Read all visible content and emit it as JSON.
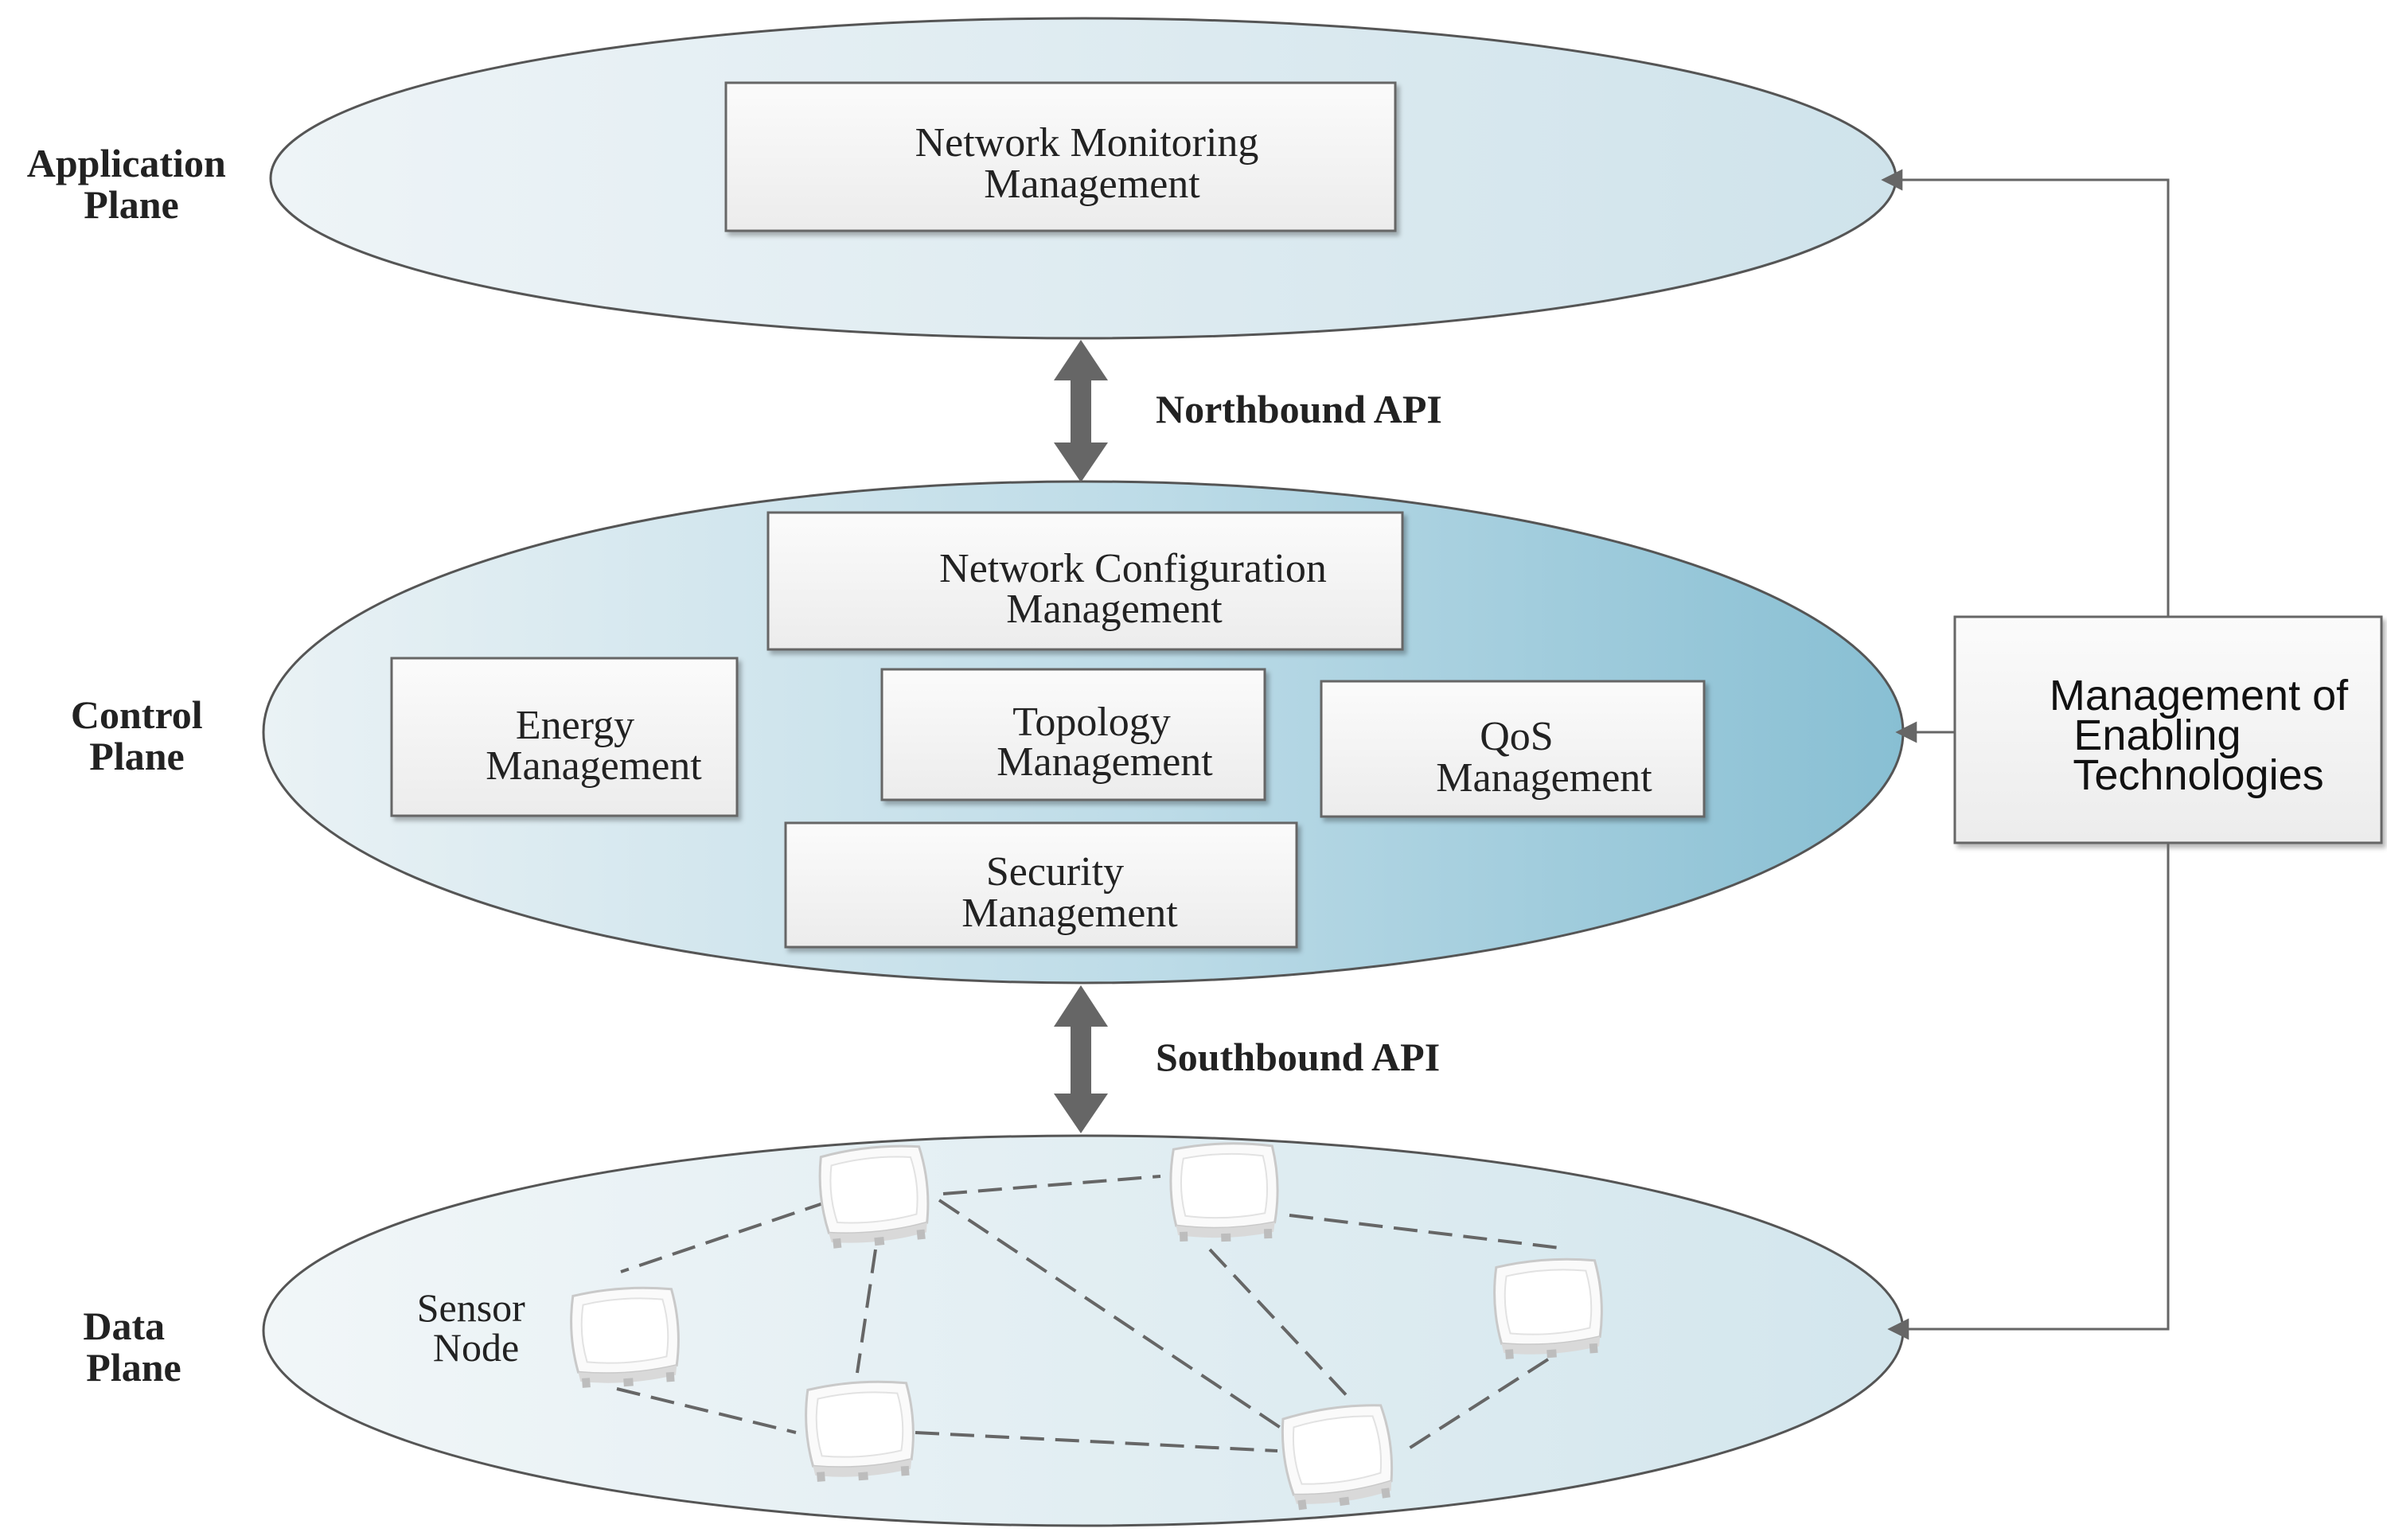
{
  "planes": {
    "application": {
      "line1": "Application",
      "line2": "Plane"
    },
    "control": {
      "line1": "Control",
      "line2": "Plane"
    },
    "data": {
      "line1": "Data",
      "line2": "Plane"
    }
  },
  "apis": {
    "northbound": "Northbound API",
    "southbound": "Southbound API"
  },
  "boxes": {
    "network_monitoring": {
      "line1": "Network Monitoring",
      "line2": "Management"
    },
    "network_configuration": {
      "line1": "Network Configuration",
      "line2": "Management"
    },
    "energy": {
      "line1": "Energy",
      "line2": "Management"
    },
    "topology": {
      "line1": "Topology",
      "line2": "Management"
    },
    "qos": {
      "line1": "QoS",
      "line2": "Management"
    },
    "security": {
      "line1": "Security",
      "line2": "Management"
    },
    "enabling": {
      "line1": "Management of",
      "line2": "Enabling",
      "line3": "Technologies"
    }
  },
  "sensor": {
    "line1": "Sensor",
    "line2": "Node"
  },
  "colors": {
    "ellipse_light": "#eef4f7",
    "ellipse_mid": "#d2e6ee",
    "ellipse_dark": "#8fc3d6",
    "outline": "#555555",
    "box_fill": "#f6f6f6",
    "arrow": "#666666"
  }
}
